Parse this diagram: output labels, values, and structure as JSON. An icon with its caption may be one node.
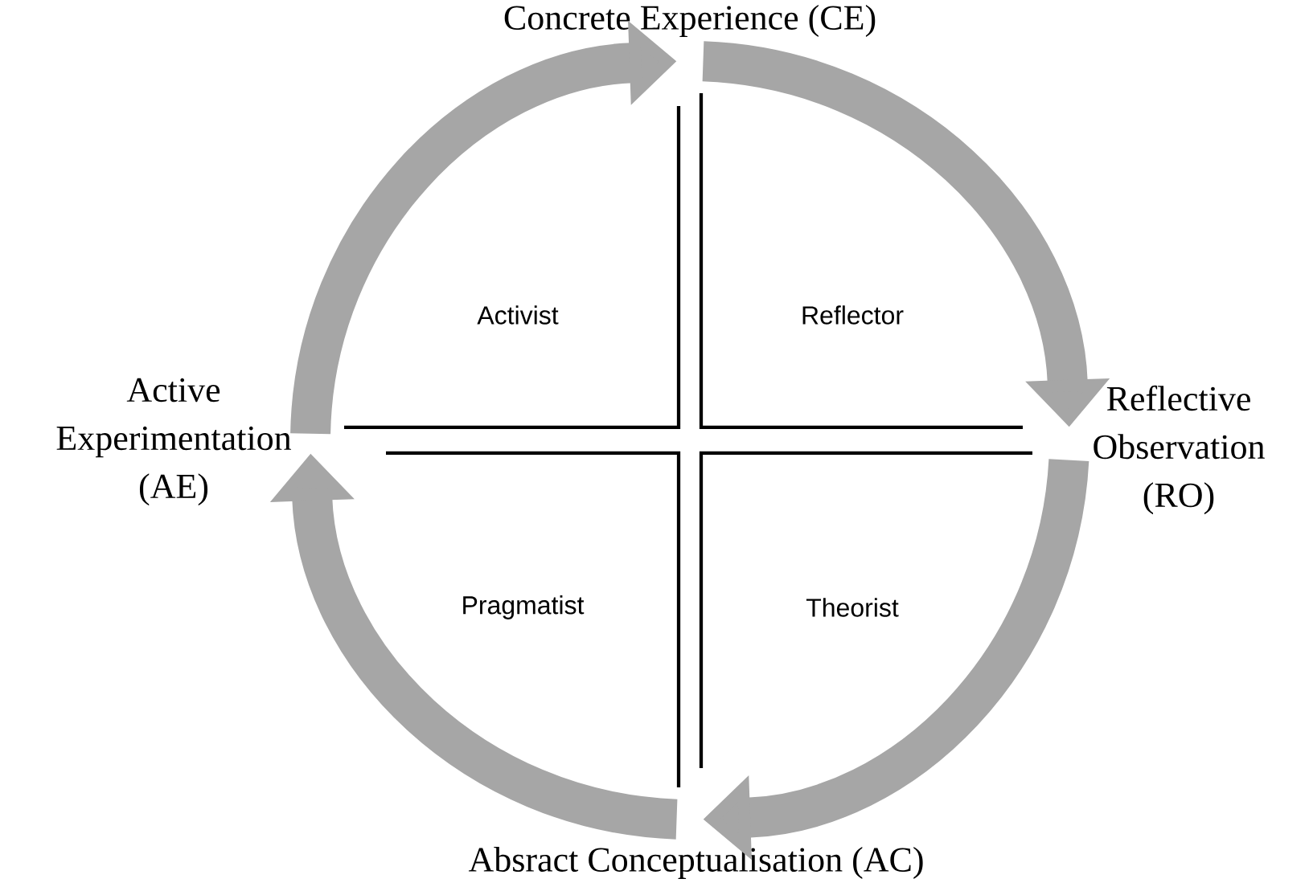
{
  "diagram": {
    "nodes": [
      {
        "text": [
          "Concrete Experience (CE)"
        ]
      },
      {
        "text": [
          "Activist"
        ]
      },
      {
        "text": [
          "Reflector"
        ]
      },
      {
        "text": [
          "Active Experimentation (AE)"
        ]
      },
      {
        "text": [
          "Reflective Observation (RO)"
        ]
      },
      {
        "text": [
          "Pragmatist"
        ]
      },
      {
        "text": [
          "Theorist"
        ]
      },
      {
        "text": [
          "Absract Conceptualisation (AC)"
        ]
      }
    ],
    "edges": [
      {
        "from": 3,
        "to": 0,
        "arrow": "to"
      },
      {
        "from": 0,
        "to": 4,
        "arrow": "to"
      },
      {
        "from": 4,
        "to": 7,
        "arrow": "to"
      },
      {
        "from": 7,
        "to": 3,
        "arrow": "to"
      }
    ]
  }
}
